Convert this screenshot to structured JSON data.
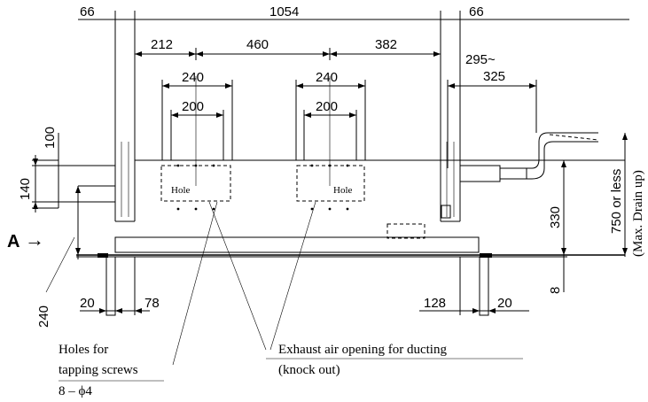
{
  "dimensions": {
    "top_left": "66",
    "top_total": "1054",
    "top_right": "66",
    "seg_212": "212",
    "seg_460": "460",
    "seg_382": "382",
    "hole_outer_left": "240",
    "hole_inner_left": "200",
    "hole_outer_right": "240",
    "hole_inner_right": "200",
    "pipe_range_1": "295~",
    "pipe_range_2": "325",
    "left_100": "100",
    "left_140": "140",
    "left_240": "240",
    "right_330": "330",
    "right_8": "8",
    "bottom_20_left": "20",
    "bottom_78": "78",
    "bottom_128": "128",
    "bottom_20_right": "20"
  },
  "labels": {
    "drain_line1": "750 or less",
    "drain_line2": "(Max. Drain up)",
    "view_letter": "A",
    "view_arrow": "→",
    "hole_left": "Hole",
    "hole_right": "Hole",
    "screws_line1": "Holes for",
    "screws_line2": "tapping screws",
    "screws_line3": "8 – ϕ4",
    "exhaust_line1": "Exhaust air opening for ducting",
    "exhaust_line2": "(knock out)"
  }
}
